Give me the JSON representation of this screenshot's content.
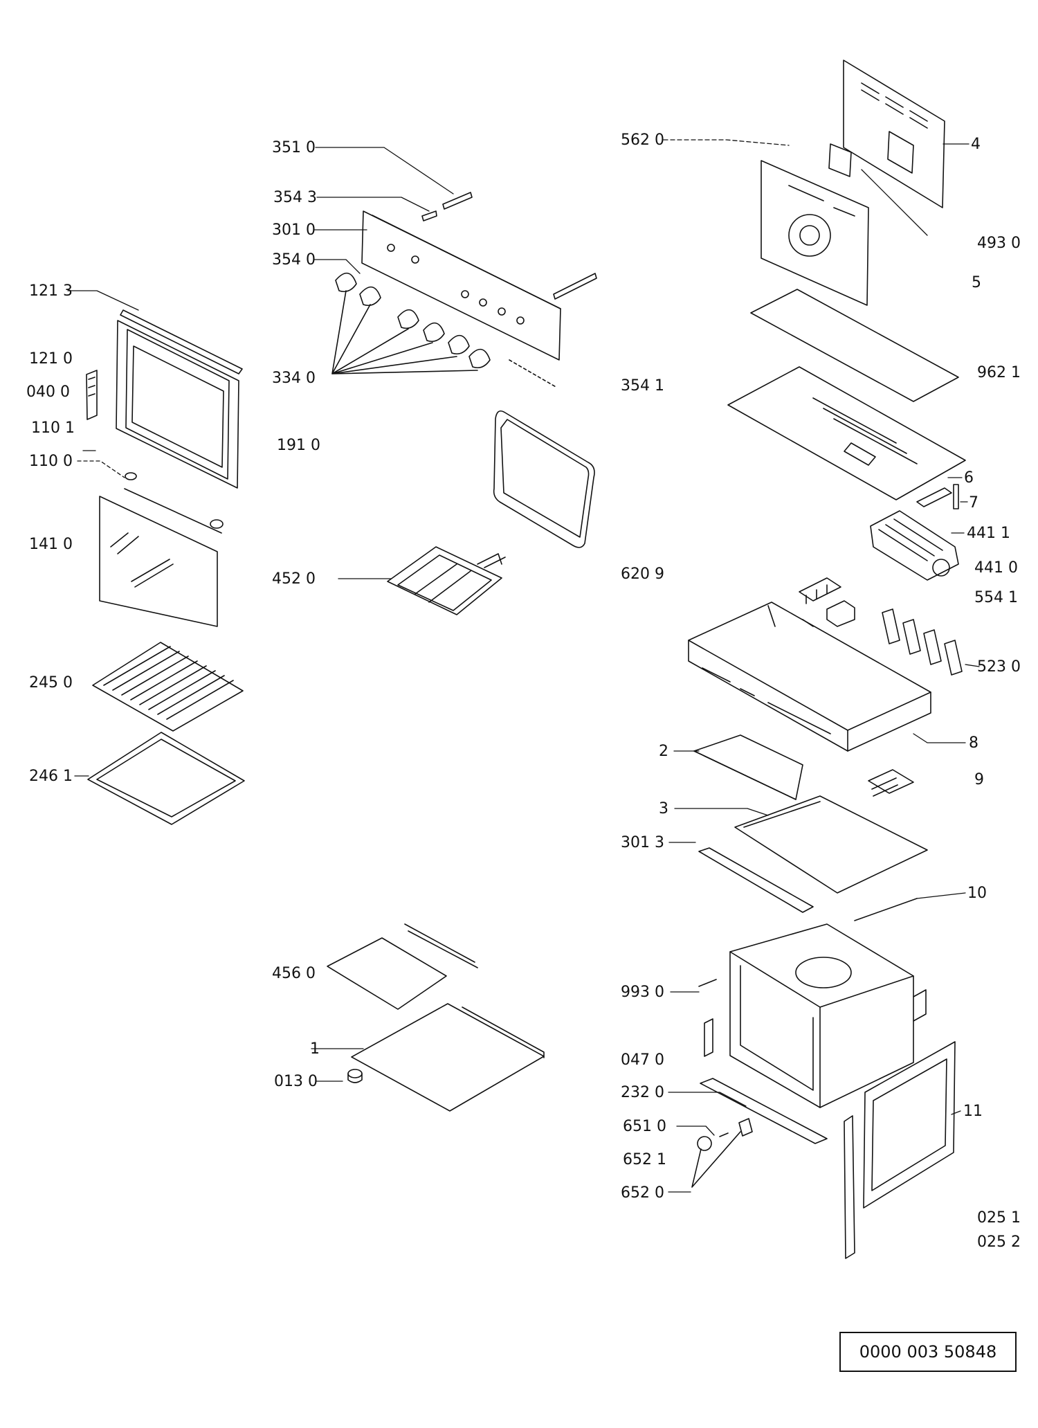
{
  "document_number": "0000 003 50848",
  "labels": {
    "p3510": "351 0",
    "p3543": "354 3",
    "p3010": "301 0",
    "p3540": "354 0",
    "p3340": "334 0",
    "p1213": "121 3",
    "p1210": "121 0",
    "p0400": "040 0",
    "p1101": "110 1",
    "p1100": "110 0",
    "p1410": "141 0",
    "p2450": "245 0",
    "p2461": "246 1",
    "p1910": "191 0",
    "p4520": "452 0",
    "p4560": "456 0",
    "p1": "1",
    "p0130": "013 0",
    "p5620": "562 0",
    "p4": "4",
    "p4930": "493 0",
    "p5": "5",
    "p3541": "354 1",
    "p9621": "962 1",
    "p6": "6",
    "p7": "7",
    "p4411": "441 1",
    "p4410": "441 0",
    "p6209": "620 9",
    "p5541": "554 1",
    "p5230": "523 0",
    "p2": "2",
    "p8": "8",
    "p9": "9",
    "p3": "3",
    "p3013": "301 3",
    "p10": "10",
    "p9930": "993 0",
    "p0470": "047 0",
    "p2320": "232 0",
    "p6510": "651 0",
    "p6521": "652 1",
    "p6520": "652 0",
    "p11": "11",
    "p0251": "025 1",
    "p0252": "025 2"
  },
  "colors": {
    "line": "#111111",
    "background": "#ffffff"
  }
}
